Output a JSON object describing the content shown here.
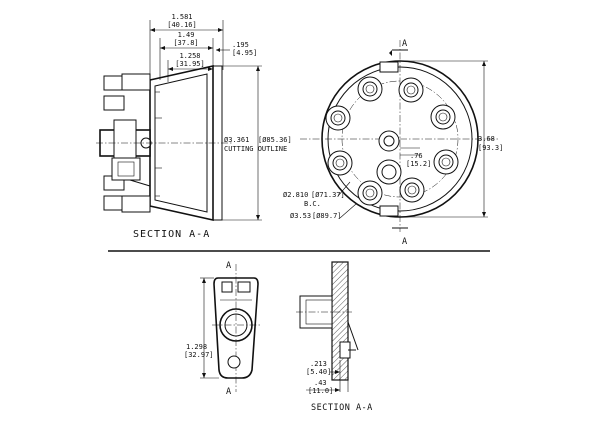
{
  "dimensions": {
    "overall_depth": {
      "in": "1.581",
      "mm": "[40.16]"
    },
    "body_depth": {
      "in": "1.49",
      "mm": "[37.8]"
    },
    "inner_depth": {
      "in": "1.258",
      "mm": "[31.95]"
    },
    "flange": {
      "in": ".195",
      "mm": "[4.95]"
    },
    "cutting_dia": {
      "in": "Ø3.361",
      "mm": "[Ø85.36]",
      "note": "CUTTING OUTLINE"
    },
    "overall_height": {
      "in": "3.68",
      "mm": "[93.3]"
    },
    "offset": {
      "in": ".76",
      "mm": "[15.2]"
    },
    "bolt_circle": {
      "in": "Ø2.810",
      "mm": "[Ø71.37]",
      "note": "B.C."
    },
    "cap_dia": {
      "in": "Ø3.53",
      "mm": "[Ø89.7]"
    },
    "rotor_length": {
      "in": "1.298",
      "mm": "[32.97]"
    },
    "tip_a": {
      "in": ".213",
      "mm": "[5.40]"
    },
    "tip_b": {
      "in": ".43",
      "mm": "[11.0]"
    }
  },
  "labels": {
    "section_top": "SECTION A-A",
    "section_bottom": "SECTION A-A",
    "marker": "A"
  },
  "colors": {
    "ink": "#111111",
    "paper": "#ffffff"
  }
}
